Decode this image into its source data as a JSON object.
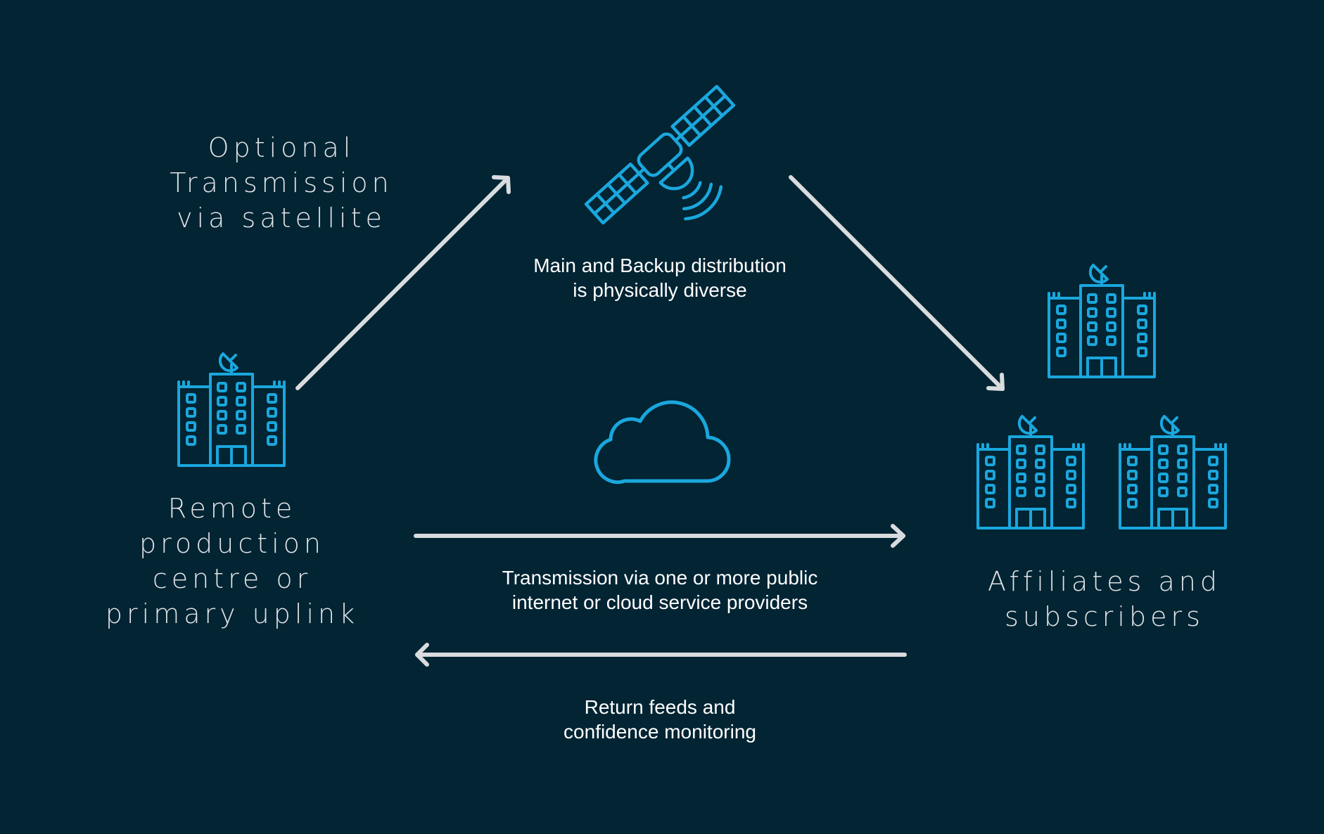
{
  "colors": {
    "background": "#022433",
    "icon": "#1aa7dd",
    "arrow": "#d9dcde",
    "text": "#ffffff",
    "heading": "#dfe3e6"
  },
  "labels": {
    "satellite_option": [
      "Optional",
      "Transmission",
      "via satellite"
    ],
    "satellite_note": [
      "Main and Backup distribution",
      "is physically diverse"
    ],
    "origin": [
      "Remote",
      "production",
      "centre or",
      "primary uplink"
    ],
    "destination": [
      "Affiliates and",
      "subscribers"
    ],
    "forward_path": [
      "Transmission via one or more public",
      "internet or cloud service providers"
    ],
    "return_path": [
      "Return feeds and",
      "confidence monitoring"
    ]
  },
  "icons": [
    "satellite-icon",
    "cloud-icon",
    "building-icon"
  ]
}
